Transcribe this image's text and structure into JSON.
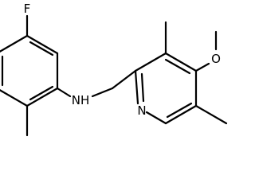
{
  "atoms": {
    "fluorine": "F",
    "amine": "NH",
    "oxygen": "O",
    "pyridine_nitrogen": "N"
  },
  "colors": {
    "bond": "#000000",
    "label": "#000000",
    "background": "#ffffff"
  }
}
